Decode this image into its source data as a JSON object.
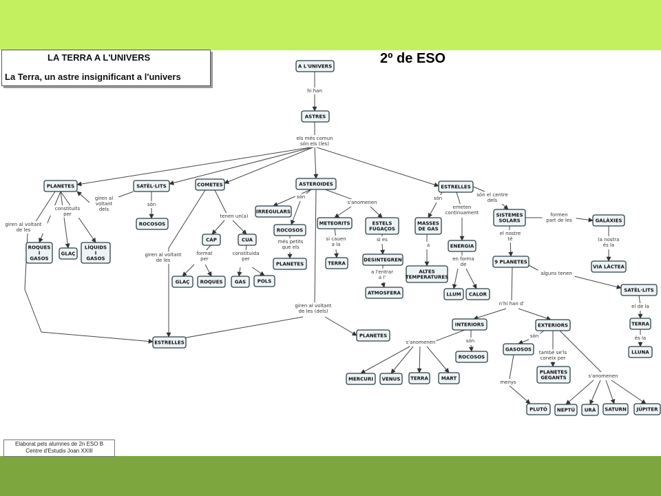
{
  "header": {
    "title": "LA TERRA A L'UNIVERS",
    "subtitle": "La Terra, un astre insignificant a l'univers",
    "course": "2º de ESO"
  },
  "footer": {
    "line1": "Elaborat pels alumnes de 2n ESO B",
    "line2": "Centre d'Estudis Joan XXIII"
  },
  "colors": {
    "top_band": "#c3f05e",
    "bottom_band": "#7ea63e",
    "node_fill": "#eef4f6",
    "node_border": "#2d3f45"
  },
  "concept_map": {
    "nodes": [
      {
        "id": "univers",
        "lines": [
          "A L'UNIVERS"
        ]
      },
      {
        "id": "astres",
        "lines": [
          "ASTRES"
        ]
      },
      {
        "id": "planetes",
        "lines": [
          "PLANETES"
        ]
      },
      {
        "id": "satelits",
        "lines": [
          "SATÈL·LITS"
        ]
      },
      {
        "id": "cometes",
        "lines": [
          "COMETES"
        ]
      },
      {
        "id": "asteroides",
        "lines": [
          "ASTEROIDES"
        ]
      },
      {
        "id": "estrelles",
        "lines": [
          "ESTRELLES"
        ]
      },
      {
        "id": "roques_gasos",
        "lines": [
          "ROQUES",
          "I",
          "GASOS"
        ]
      },
      {
        "id": "glac1",
        "lines": [
          "GLAÇ"
        ]
      },
      {
        "id": "liquids_gasos",
        "lines": [
          "LÍQUIDS",
          "I",
          "GASOS"
        ]
      },
      {
        "id": "rocosos1",
        "lines": [
          "ROCOSOS"
        ]
      },
      {
        "id": "cap",
        "lines": [
          "CAP"
        ]
      },
      {
        "id": "cua",
        "lines": [
          "CUA"
        ]
      },
      {
        "id": "glac2",
        "lines": [
          "GLAÇ"
        ]
      },
      {
        "id": "roques",
        "lines": [
          "ROQUES"
        ]
      },
      {
        "id": "gas",
        "lines": [
          "GAS"
        ]
      },
      {
        "id": "pols",
        "lines": [
          "POLS"
        ]
      },
      {
        "id": "irregulars",
        "lines": [
          "IRREGULARS"
        ]
      },
      {
        "id": "rocosos2",
        "lines": [
          "ROCOSOS"
        ]
      },
      {
        "id": "planetes2",
        "lines": [
          "PLANETES"
        ]
      },
      {
        "id": "meteorits",
        "lines": [
          "METEORITS"
        ]
      },
      {
        "id": "terra1",
        "lines": [
          "TERRA"
        ]
      },
      {
        "id": "estels",
        "lines": [
          "ESTELS",
          "FUGAÇOS"
        ]
      },
      {
        "id": "desintegren",
        "lines": [
          "DESINTEGREN"
        ]
      },
      {
        "id": "atmosfera",
        "lines": [
          "ATMOSFERA"
        ]
      },
      {
        "id": "masses",
        "lines": [
          "MASSES",
          "DE GAS"
        ]
      },
      {
        "id": "altes",
        "lines": [
          "ALTES",
          "TEMPERATURES"
        ]
      },
      {
        "id": "energia",
        "lines": [
          "ENERGIA"
        ]
      },
      {
        "id": "llum",
        "lines": [
          "LLUM"
        ]
      },
      {
        "id": "calor",
        "lines": [
          "CALOR"
        ]
      },
      {
        "id": "sistemes",
        "lines": [
          "SISTEMES",
          "SOLARS"
        ]
      },
      {
        "id": "galaxies",
        "lines": [
          "GALÀXIES"
        ]
      },
      {
        "id": "via",
        "lines": [
          "VIA LÀCTEA"
        ]
      },
      {
        "id": "nou",
        "lines": [
          "9 PLANETES"
        ]
      },
      {
        "id": "satelits2",
        "lines": [
          "SATÈL·LITS"
        ]
      },
      {
        "id": "terra2",
        "lines": [
          "TERRA"
        ]
      },
      {
        "id": "lluna",
        "lines": [
          "LLUNA"
        ]
      },
      {
        "id": "estrelles2",
        "lines": [
          "ESTRELLES"
        ]
      },
      {
        "id": "planetes3",
        "lines": [
          "PLANETES"
        ]
      },
      {
        "id": "interiors",
        "lines": [
          "INTERIORS"
        ]
      },
      {
        "id": "exteriors",
        "lines": [
          "EXTERIORS"
        ]
      },
      {
        "id": "rocosos3",
        "lines": [
          "ROCOSOS"
        ]
      },
      {
        "id": "gasosos",
        "lines": [
          "GASOSOS"
        ]
      },
      {
        "id": "gegants",
        "lines": [
          "PLANETES",
          "GEGANTS"
        ]
      },
      {
        "id": "mercuri",
        "lines": [
          "MERCURI"
        ]
      },
      {
        "id": "venus",
        "lines": [
          "VENUS"
        ]
      },
      {
        "id": "terra3",
        "lines": [
          "TERRA"
        ]
      },
      {
        "id": "mart",
        "lines": [
          "MART"
        ]
      },
      {
        "id": "pluto",
        "lines": [
          "PLUTÓ"
        ]
      },
      {
        "id": "neptu",
        "lines": [
          "NEPTÚ"
        ]
      },
      {
        "id": "ura",
        "lines": [
          "URÀ"
        ]
      },
      {
        "id": "saturn",
        "lines": [
          "SATURN"
        ]
      },
      {
        "id": "jupiter",
        "lines": [
          "JÚPITER"
        ]
      }
    ],
    "link_labels": [
      {
        "id": "l_hihan",
        "lines": [
          "hi han"
        ]
      },
      {
        "id": "l_comun",
        "lines": [
          "els més comun",
          "són els (les)"
        ]
      },
      {
        "id": "l_constituits",
        "lines": [
          "constituits",
          "per"
        ]
      },
      {
        "id": "l_giren1",
        "lines": [
          "giren al",
          "voltant",
          "dels"
        ]
      },
      {
        "id": "l_son1",
        "lines": [
          "són"
        ]
      },
      {
        "id": "l_giren_les",
        "lines": [
          "giren al voltant",
          "de les"
        ]
      },
      {
        "id": "l_tenen",
        "lines": [
          "tenen un(a)"
        ]
      },
      {
        "id": "l_format",
        "lines": [
          "format",
          "per"
        ]
      },
      {
        "id": "l_constituida",
        "lines": [
          "constituida",
          "per"
        ]
      },
      {
        "id": "l_giren_left",
        "lines": [
          "giren al voltant",
          "de les"
        ]
      },
      {
        "id": "l_son2",
        "lines": [
          "són"
        ]
      },
      {
        "id": "l_mespetits",
        "lines": [
          "més petits",
          "que els"
        ]
      },
      {
        "id": "l_sanomenen1",
        "lines": [
          "s'anomenen"
        ]
      },
      {
        "id": "l_sicauen",
        "lines": [
          "si cauen",
          "a la"
        ]
      },
      {
        "id": "l_sies",
        "lines": [
          "si es"
        ]
      },
      {
        "id": "l_alentrar",
        "lines": [
          "a l'entrar",
          "a l'"
        ]
      },
      {
        "id": "l_giren_dels",
        "lines": [
          "giren al voltant",
          "de les (dels)"
        ]
      },
      {
        "id": "l_son3",
        "lines": [
          "són"
        ]
      },
      {
        "id": "l_a",
        "lines": [
          "a"
        ]
      },
      {
        "id": "l_emeten",
        "lines": [
          "emeten",
          "continuament"
        ]
      },
      {
        "id": "l_enforma",
        "lines": [
          "en forma",
          "de"
        ]
      },
      {
        "id": "l_centre",
        "lines": [
          "són el centre",
          "dels"
        ]
      },
      {
        "id": "l_formen",
        "lines": [
          "formen",
          "part de les"
        ]
      },
      {
        "id": "l_nostra",
        "lines": [
          "la nostra",
          "és la"
        ]
      },
      {
        "id": "l_nostre",
        "lines": [
          "el nostre",
          "té"
        ]
      },
      {
        "id": "l_alguns",
        "lines": [
          "alguns tenen"
        ]
      },
      {
        "id": "l_dela",
        "lines": [
          "el de la"
        ]
      },
      {
        "id": "l_esla",
        "lines": [
          "és la"
        ]
      },
      {
        "id": "l_nhihan",
        "lines": [
          "n'hi han d'"
        ]
      },
      {
        "id": "l_sanomenen2",
        "lines": [
          "s'anomenen"
        ]
      },
      {
        "id": "l_son4",
        "lines": [
          "són"
        ]
      },
      {
        "id": "l_son5",
        "lines": [
          "són"
        ]
      },
      {
        "id": "l_tambe",
        "lines": [
          "també se'ls",
          "coneix per"
        ]
      },
      {
        "id": "l_menys",
        "lines": [
          "menys"
        ]
      },
      {
        "id": "l_sanomenen3",
        "lines": [
          "s'anomenen"
        ]
      }
    ]
  }
}
